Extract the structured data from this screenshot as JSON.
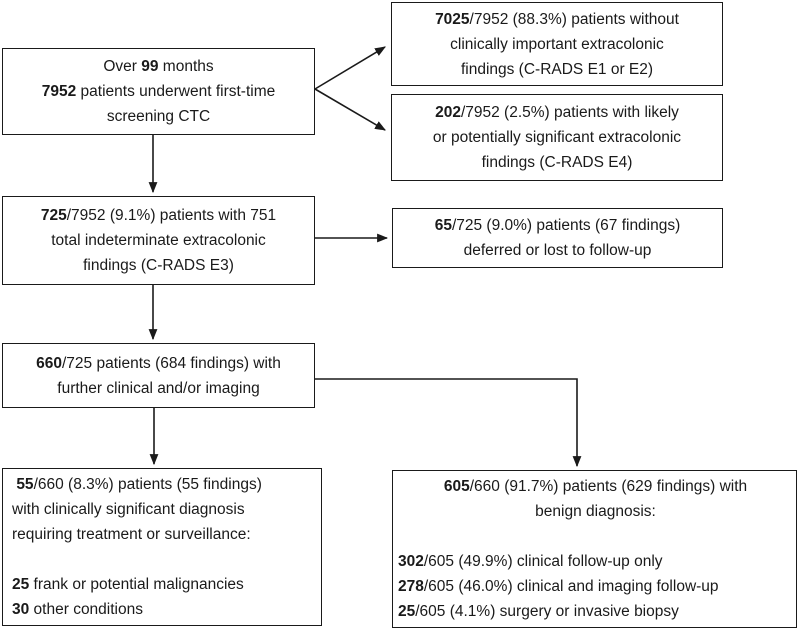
{
  "diagram": {
    "description": "Patient flow diagram for first-time screening CTC extracolonic findings",
    "colors": {
      "ink": "#1a1a1a",
      "background": "#ffffff"
    }
  },
  "boxes": {
    "screening": {
      "lines": [
        {
          "align": "center",
          "segments": [
            {
              "text": "Over "
            },
            {
              "text": "99",
              "bold": true
            },
            {
              "text": " months"
            }
          ]
        },
        {
          "align": "center",
          "segments": [
            {
              "text": "7952",
              "bold": true
            },
            {
              "text": " patients underwent first-time"
            }
          ]
        },
        {
          "align": "center",
          "segments": [
            {
              "text": "screening CTC"
            }
          ]
        }
      ]
    },
    "no_important_findings": {
      "lines": [
        {
          "align": "center",
          "segments": [
            {
              "text": "7025",
              "bold": true
            },
            {
              "text": "/7952 (88.3%) patients without"
            }
          ]
        },
        {
          "align": "center",
          "segments": [
            {
              "text": "clinically important extracolonic"
            }
          ]
        },
        {
          "align": "center",
          "segments": [
            {
              "text": "findings (C-RADS E1 or E2)"
            }
          ]
        }
      ]
    },
    "likely_significant": {
      "lines": [
        {
          "align": "center",
          "segments": [
            {
              "text": "202",
              "bold": true
            },
            {
              "text": "/7952 (2.5%) patients with likely"
            }
          ]
        },
        {
          "align": "center",
          "segments": [
            {
              "text": "or potentially significant extracolonic"
            }
          ]
        },
        {
          "align": "center",
          "segments": [
            {
              "text": "findings (C-RADS E4)"
            }
          ]
        }
      ]
    },
    "indeterminate": {
      "lines": [
        {
          "align": "center",
          "segments": [
            {
              "text": "725",
              "bold": true
            },
            {
              "text": "/7952 (9.1%) patients with 751"
            }
          ]
        },
        {
          "align": "center",
          "segments": [
            {
              "text": "total indeterminate extracolonic"
            }
          ]
        },
        {
          "align": "center",
          "segments": [
            {
              "text": "findings (C-RADS E3)"
            }
          ]
        }
      ]
    },
    "deferred": {
      "lines": [
        {
          "align": "center",
          "segments": [
            {
              "text": "65",
              "bold": true
            },
            {
              "text": "/725 (9.0%) patients (67 findings)"
            }
          ]
        },
        {
          "align": "center",
          "segments": [
            {
              "text": "deferred or lost to follow-up"
            }
          ]
        }
      ]
    },
    "further_workup": {
      "lines": [
        {
          "align": "center",
          "segments": [
            {
              "text": "660",
              "bold": true
            },
            {
              "text": "/725 patients (684 findings) with"
            }
          ]
        },
        {
          "align": "center",
          "segments": [
            {
              "text": "further clinical and/or imaging"
            }
          ]
        }
      ]
    },
    "significant_diagnosis": {
      "lines": [
        {
          "align": "left",
          "segments": [
            {
              "text": " "
            },
            {
              "text": "55",
              "bold": true
            },
            {
              "text": "/660 (8.3%) patients (55 findings)"
            }
          ]
        },
        {
          "align": "left",
          "segments": [
            {
              "text": "with clinically significant diagnosis"
            }
          ]
        },
        {
          "align": "left",
          "segments": [
            {
              "text": "requiring treatment or surveillance:"
            }
          ]
        },
        {
          "align": "left",
          "segments": []
        },
        {
          "align": "left",
          "segments": [
            {
              "text": "25",
              "bold": true
            },
            {
              "text": " frank or potential malignancies"
            }
          ]
        },
        {
          "align": "left",
          "segments": [
            {
              "text": "30",
              "bold": true
            },
            {
              "text": " other conditions"
            }
          ]
        }
      ]
    },
    "benign_diagnosis": {
      "lines": [
        {
          "align": "center",
          "segments": [
            {
              "text": "605",
              "bold": true
            },
            {
              "text": "/660 (91.7%) patients (629 findings) with"
            }
          ]
        },
        {
          "align": "center",
          "segments": [
            {
              "text": "benign diagnosis:"
            }
          ]
        },
        {
          "align": "left",
          "segments": []
        },
        {
          "align": "left",
          "segments": [
            {
              "text": "302",
              "bold": true
            },
            {
              "text": "/605 (49.9%) clinical follow-up only"
            }
          ]
        },
        {
          "align": "left",
          "segments": [
            {
              "text": "278",
              "bold": true
            },
            {
              "text": "/605 (46.0%) clinical and imaging follow-up"
            }
          ]
        },
        {
          "align": "left",
          "segments": [
            {
              "text": "25",
              "bold": true
            },
            {
              "text": "/605 (4.1%) surgery or invasive biopsy"
            }
          ]
        }
      ]
    }
  }
}
